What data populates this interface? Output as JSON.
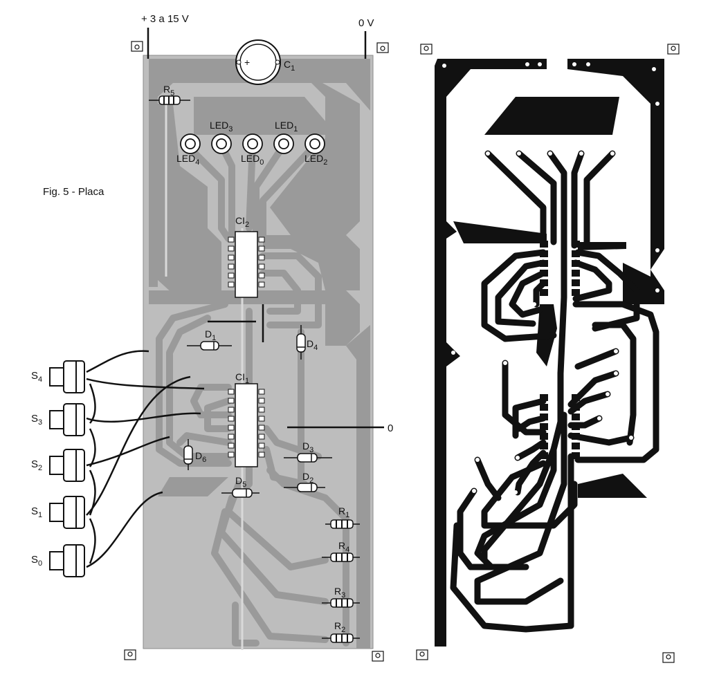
{
  "figure": {
    "caption": "Fig. 5 - Placa"
  },
  "power": {
    "positive": "+ 3 a 15 V",
    "ground": "0 V"
  },
  "ground_wire_label": "0",
  "components": {
    "c1": {
      "base": "C",
      "sub": "1"
    },
    "r5": {
      "base": "R",
      "sub": "5"
    },
    "r1": {
      "base": "R",
      "sub": "1"
    },
    "r4": {
      "base": "R",
      "sub": "4"
    },
    "r3": {
      "base": "R",
      "sub": "3"
    },
    "r2": {
      "base": "R",
      "sub": "2"
    },
    "led3": {
      "base": "LED",
      "sub": "3"
    },
    "led1": {
      "base": "LED",
      "sub": "1"
    },
    "led4": {
      "base": "LED",
      "sub": "4"
    },
    "led0": {
      "base": "LED",
      "sub": "0"
    },
    "led2": {
      "base": "LED",
      "sub": "2"
    },
    "ci2": {
      "base": "CI",
      "sub": "2"
    },
    "ci1": {
      "base": "CI",
      "sub": "1"
    },
    "d1": {
      "base": "D",
      "sub": "1"
    },
    "d4": {
      "base": "D",
      "sub": "4"
    },
    "d6": {
      "base": "D",
      "sub": "6"
    },
    "d3": {
      "base": "D",
      "sub": "3"
    },
    "d2": {
      "base": "D",
      "sub": "2"
    },
    "d5": {
      "base": "D",
      "sub": "5"
    }
  },
  "switches": [
    {
      "base": "S",
      "sub": "4"
    },
    {
      "base": "S",
      "sub": "3"
    },
    {
      "base": "S",
      "sub": "2"
    },
    {
      "base": "S",
      "sub": "1"
    },
    {
      "base": "S",
      "sub": "0"
    }
  ],
  "colors": {
    "board": "#9a9a9a",
    "trace": "#111111",
    "background": "#ffffff"
  }
}
